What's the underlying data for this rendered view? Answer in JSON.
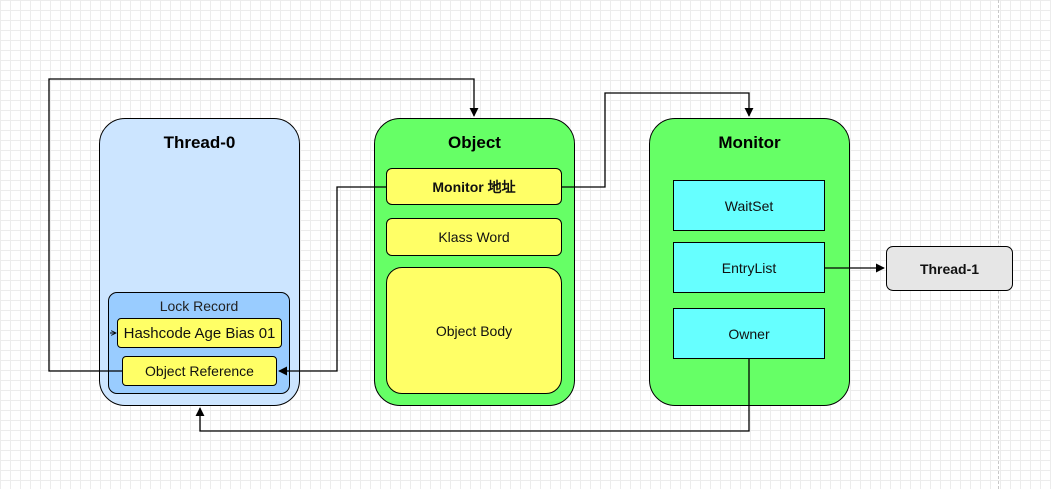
{
  "thread0": {
    "title": "Thread-0"
  },
  "lock_record": {
    "title": "Lock Record",
    "hashcode_label": "Hashcode Age Bias 01",
    "object_reference_label": "Object Reference"
  },
  "object": {
    "title": "Object",
    "monitor_address_label": "Monitor 地址",
    "klass_word_label": "Klass Word",
    "object_body_label": "Object Body"
  },
  "monitor": {
    "title": "Monitor",
    "waitset_label": "WaitSet",
    "entrylist_label": "EntryList",
    "owner_label": "Owner"
  },
  "thread1": {
    "label": "Thread-1"
  },
  "colors": {
    "thread_container": "#cce5ff",
    "lock_record": "#99ccff",
    "object_container": "#66ff66",
    "monitor_container": "#66ff66",
    "field": "#ffff66",
    "monitor_slot": "#66ffff",
    "thread1": "#e6e6e6"
  }
}
